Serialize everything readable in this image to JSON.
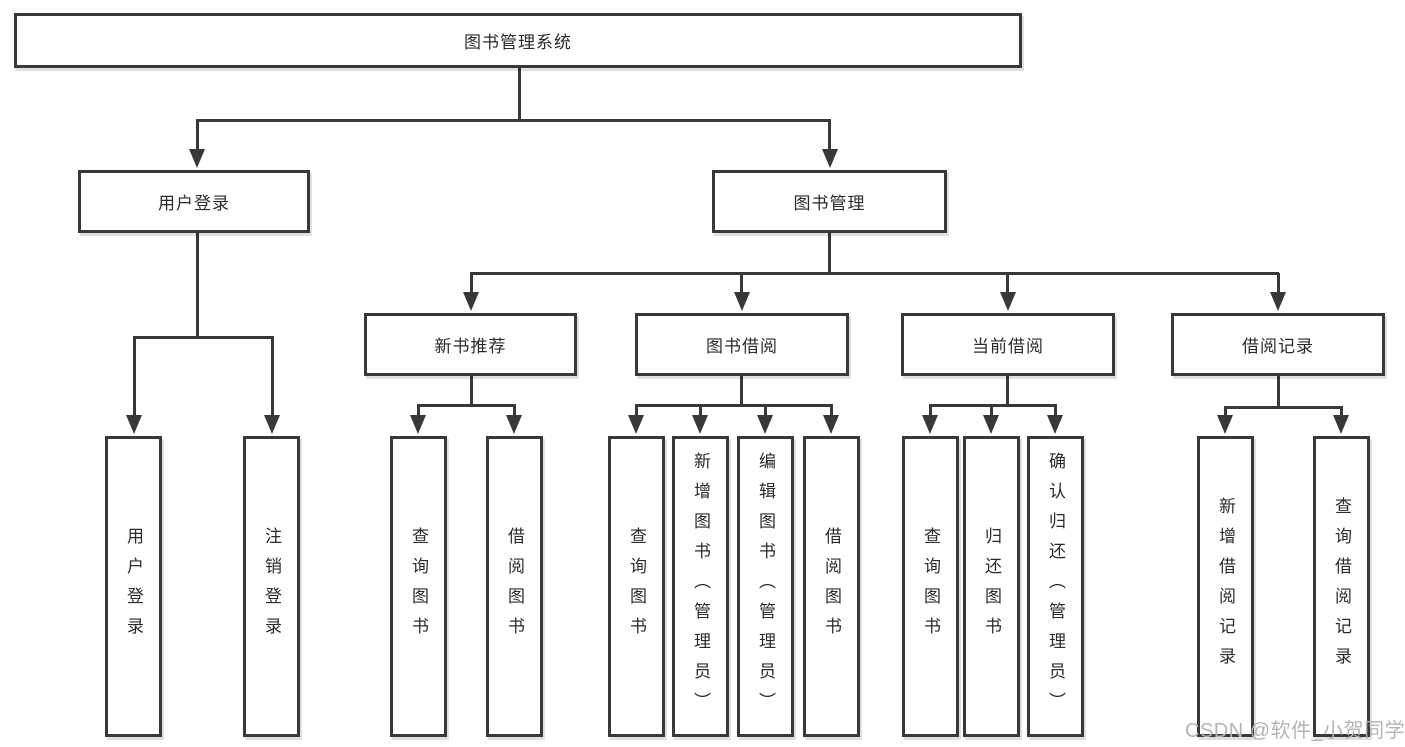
{
  "diagram": {
    "root": {
      "label": "图书管理系统"
    },
    "level2": [
      {
        "label": "用户登录",
        "children": [
          {
            "label": "用户登录"
          },
          {
            "label": "注销登录"
          }
        ]
      },
      {
        "label": "图书管理",
        "children": [
          {
            "label": "新书推荐",
            "children": [
              {
                "label": "查询图书"
              },
              {
                "label": "借阅图书"
              }
            ]
          },
          {
            "label": "图书借阅",
            "children": [
              {
                "label": "查询图书"
              },
              {
                "label": "新增图书（管理员）"
              },
              {
                "label": "编辑图书（管理员）"
              },
              {
                "label": "借阅图书"
              }
            ]
          },
          {
            "label": "当前借阅",
            "children": [
              {
                "label": "查询图书"
              },
              {
                "label": "归还图书"
              },
              {
                "label": "确认归还（管理员）"
              }
            ]
          },
          {
            "label": "借阅记录",
            "children": [
              {
                "label": "新增借阅记录"
              },
              {
                "label": "查询借阅记录"
              }
            ]
          }
        ]
      }
    ]
  },
  "watermark": {
    "text": "CSDN @软件_小贺同学"
  },
  "colors": {
    "line": "#383838",
    "box_background": "#ffffff",
    "watermark": "#b4b4b4"
  }
}
